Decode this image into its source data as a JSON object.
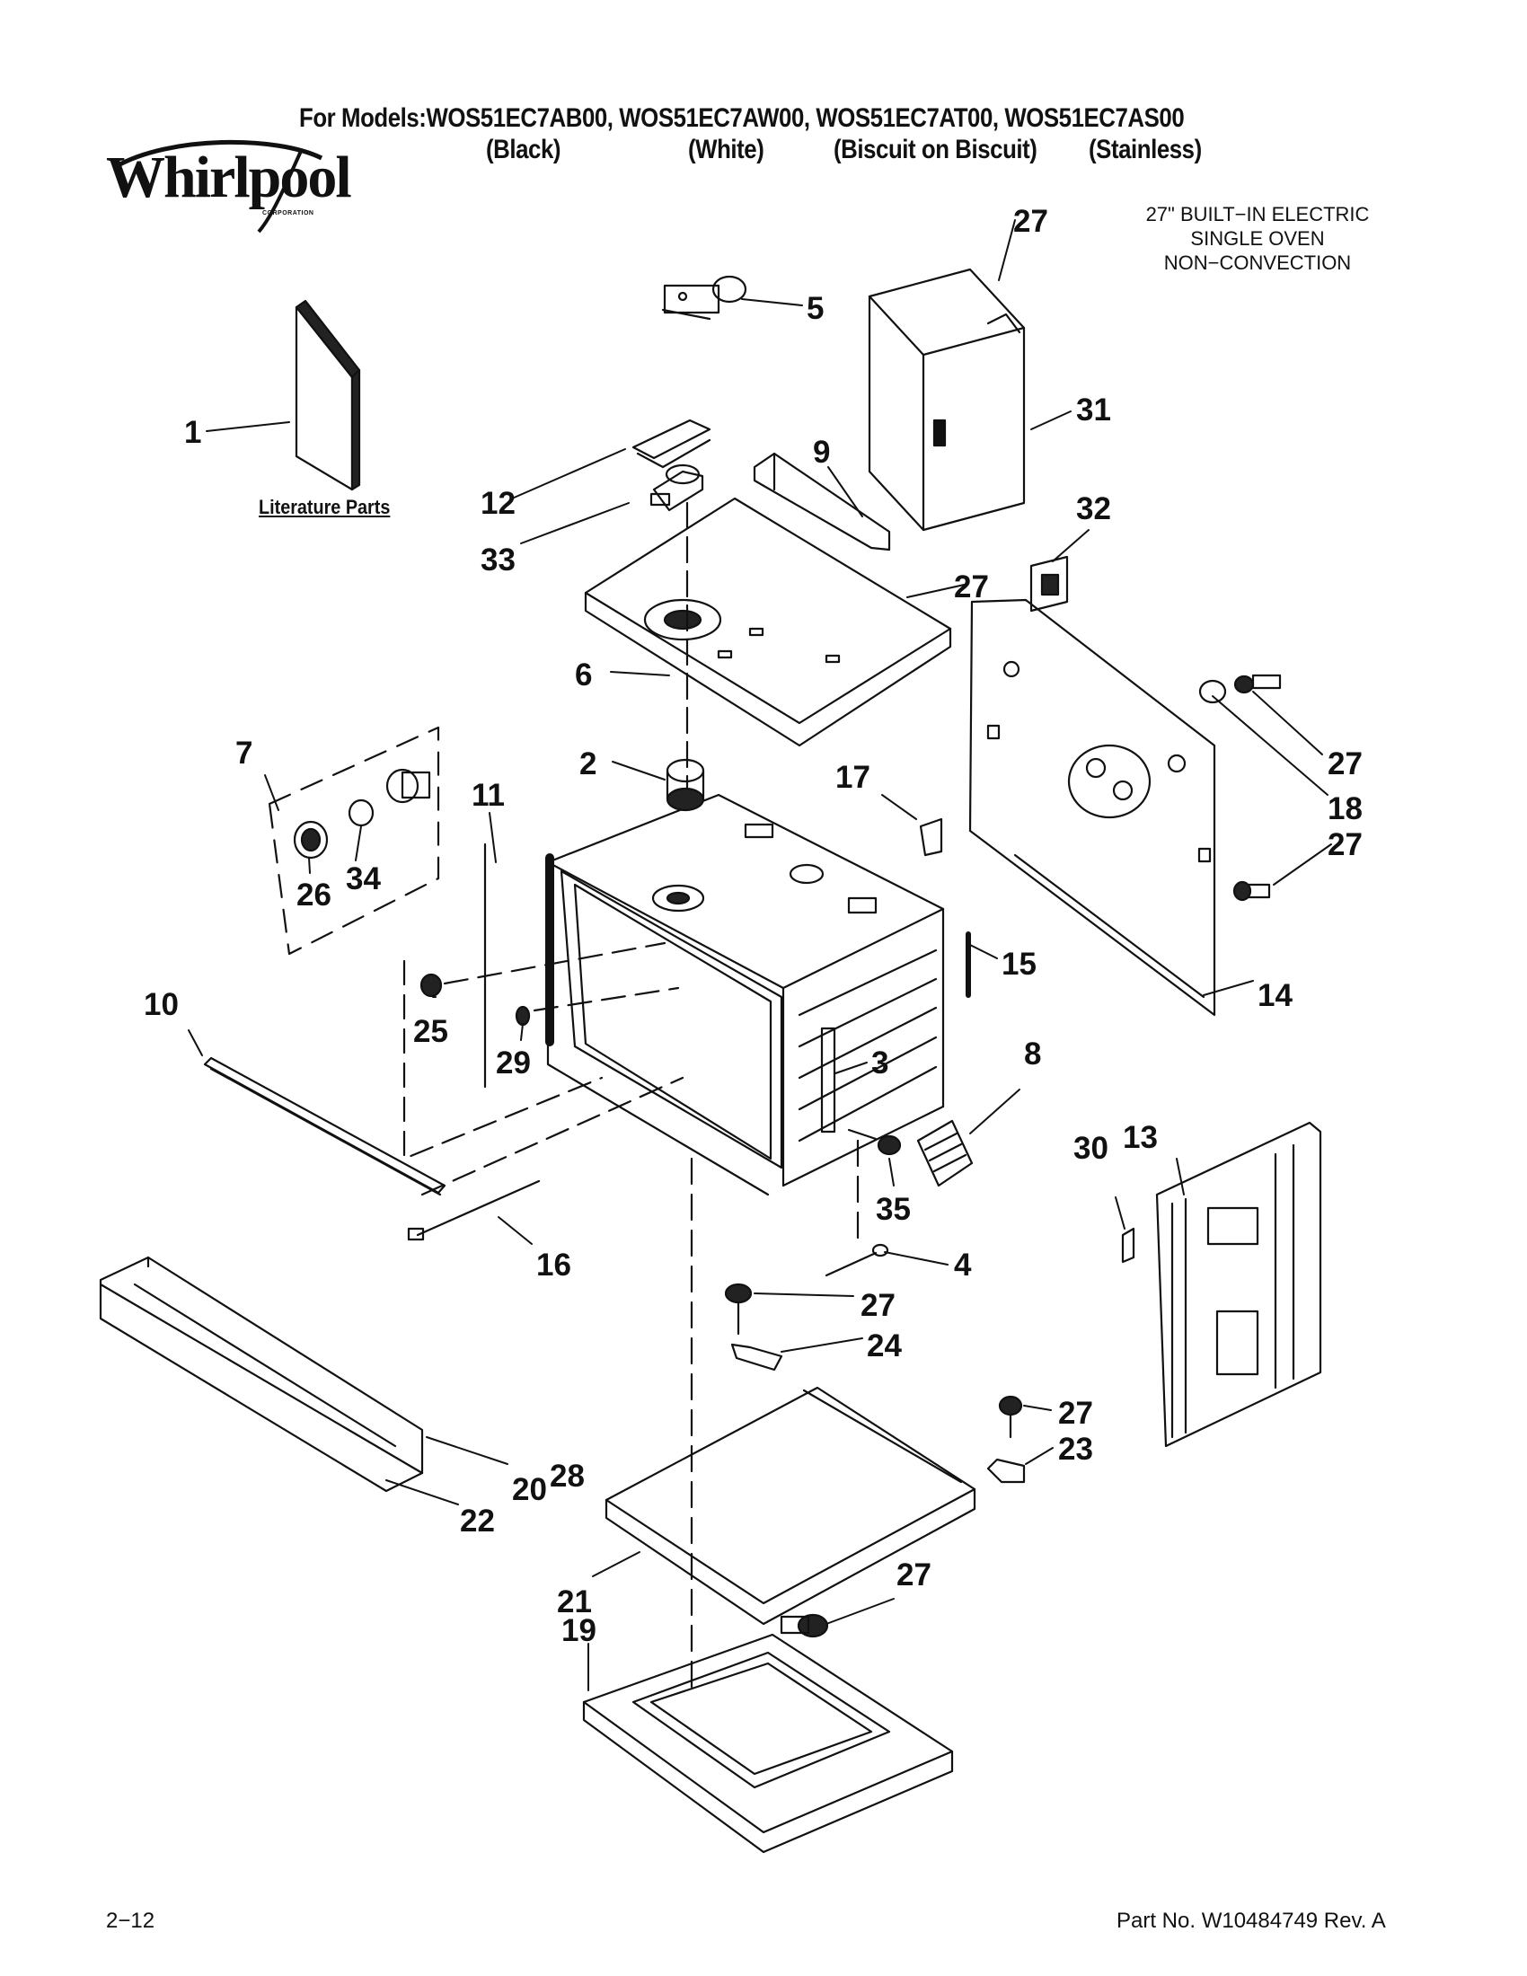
{
  "header": {
    "models_line": "For Models:WOS51EC7AB00, WOS51EC7AW00, WOS51EC7AT00, WOS51EC7AS00",
    "colors": [
      "(Black)",
      "(White)",
      "(Biscuit on Biscuit)",
      "(Stainless)"
    ]
  },
  "brand": {
    "name": "Whirlpool",
    "sub": "CORPORATION"
  },
  "description": [
    "27\" BUILT−IN ELECTRIC",
    "SINGLE OVEN",
    "NON−CONVECTION"
  ],
  "literature_label": "Literature Parts",
  "callouts": [
    "1",
    "2",
    "3",
    "4",
    "5",
    "6",
    "7",
    "8",
    "9",
    "10",
    "11",
    "12",
    "13",
    "14",
    "15",
    "16",
    "17",
    "18",
    "19",
    "20",
    "21",
    "22",
    "23",
    "24",
    "25",
    "26",
    "27",
    "27",
    "27",
    "27",
    "27",
    "27",
    "27",
    "27",
    "28",
    "29",
    "30",
    "31",
    "32",
    "33",
    "34",
    "35"
  ],
  "footer": {
    "page": "2−12",
    "part_no": "Part No. W10484749 Rev. A"
  }
}
